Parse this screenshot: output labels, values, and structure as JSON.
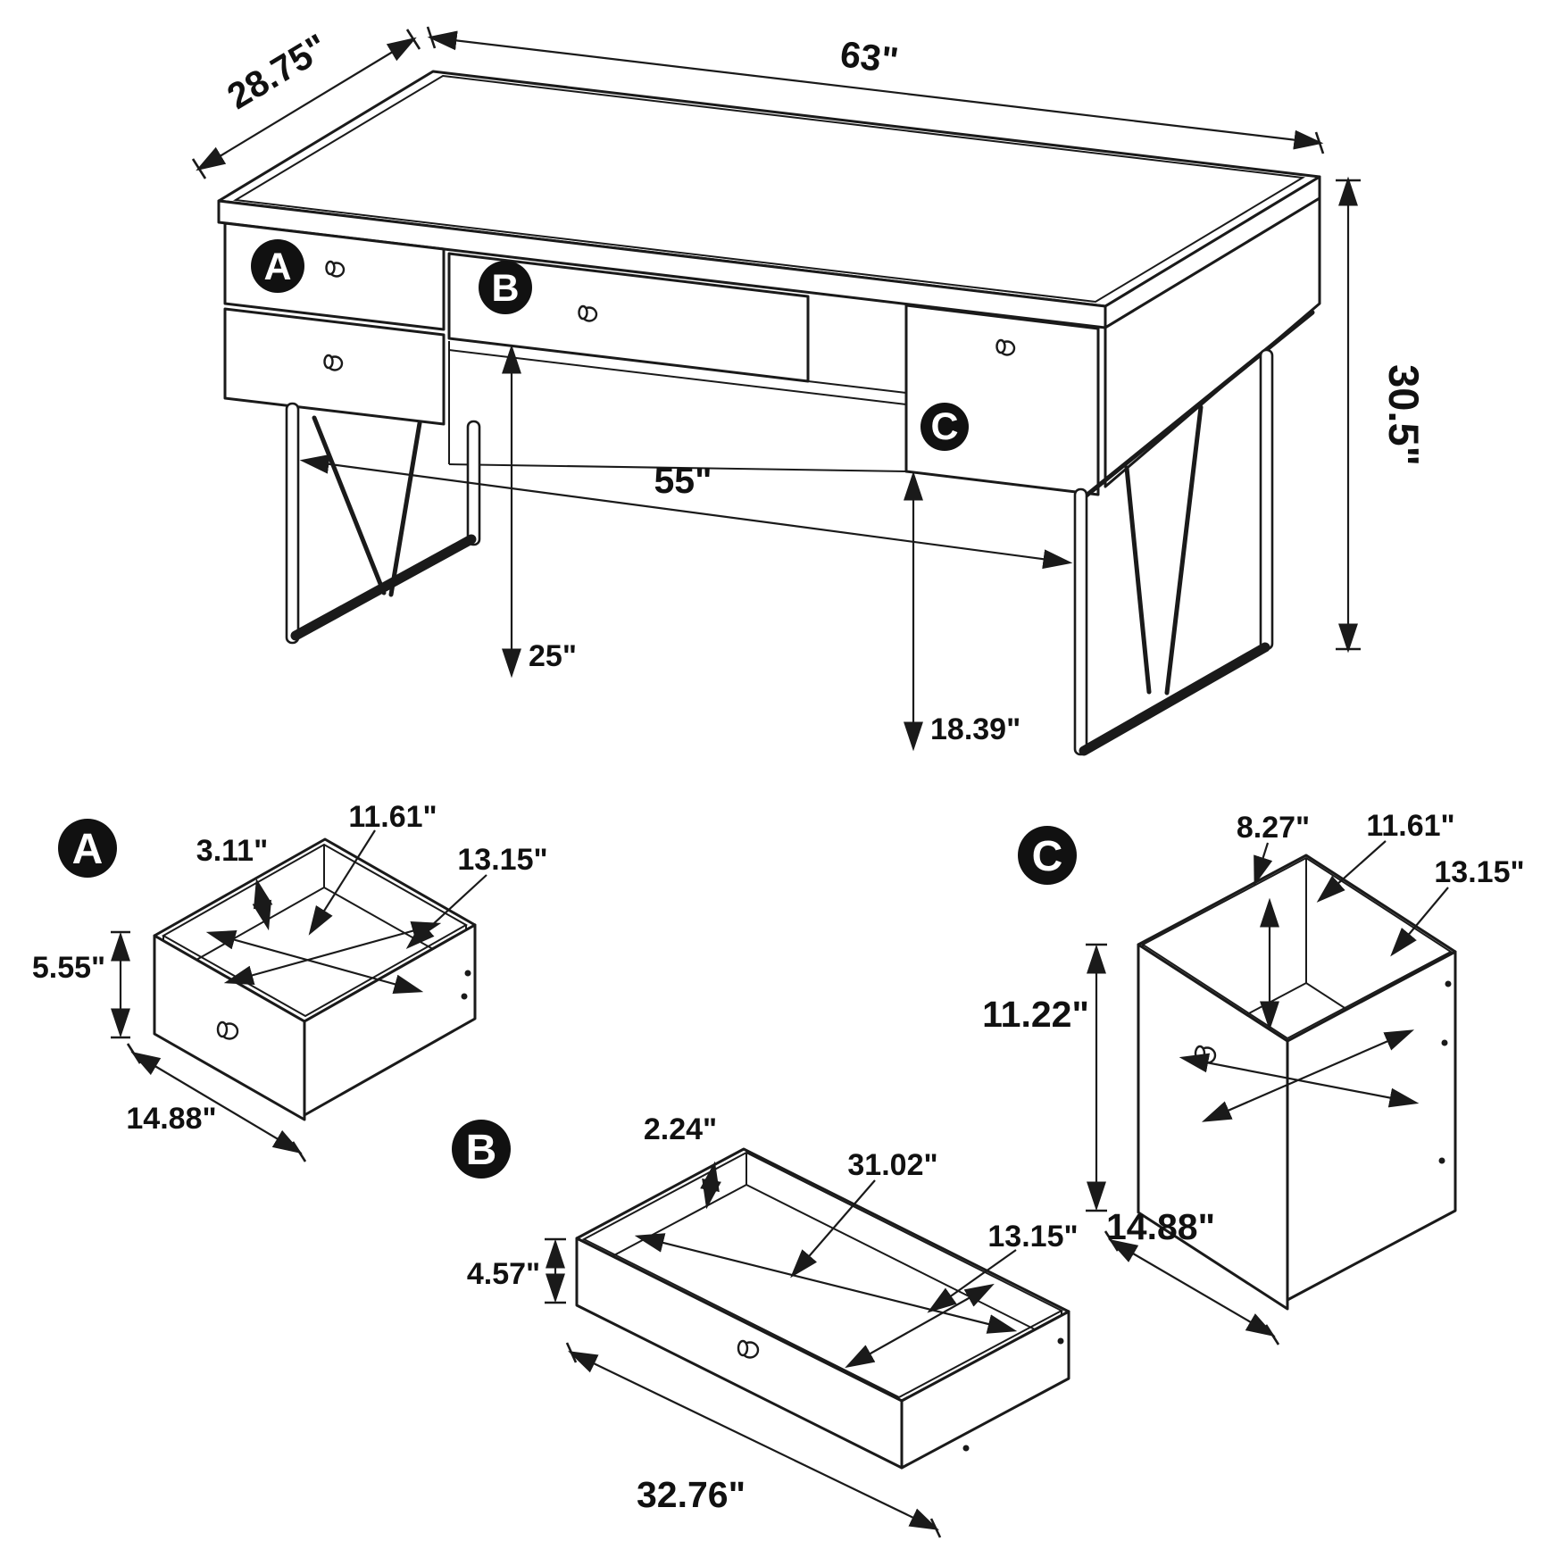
{
  "colors": {
    "line": "#1a1a1a",
    "background": "#ffffff",
    "badge": "#111111",
    "badge_text": "#ffffff"
  },
  "main": {
    "badge_a": "A",
    "badge_b": "B",
    "badge_c": "C",
    "dim_width": "63\"",
    "dim_depth": "28.75\"",
    "dim_height": "30.5\"",
    "dim_leg_span": "55\"",
    "dim_knee_height": "25\"",
    "dim_under_drawer_height": "18.39\""
  },
  "detail_a": {
    "badge": "A",
    "dim_rail_offset": "3.11\"",
    "dim_inner_width": "11.61\"",
    "dim_inner_depth": "13.15\"",
    "dim_front_height": "5.55\"",
    "dim_front_width": "14.88\""
  },
  "detail_b": {
    "badge": "B",
    "dim_rail_offset": "2.24\"",
    "dim_inner_width": "31.02\"",
    "dim_inner_depth": "13.15\"",
    "dim_front_height": "4.57\"",
    "dim_front_width": "32.76\""
  },
  "detail_c": {
    "badge": "C",
    "dim_rail_offset": "8.27\"",
    "dim_inner_width": "11.61\"",
    "dim_inner_depth": "13.15\"",
    "dim_front_height": "11.22\"",
    "dim_front_width": "14.88\""
  }
}
